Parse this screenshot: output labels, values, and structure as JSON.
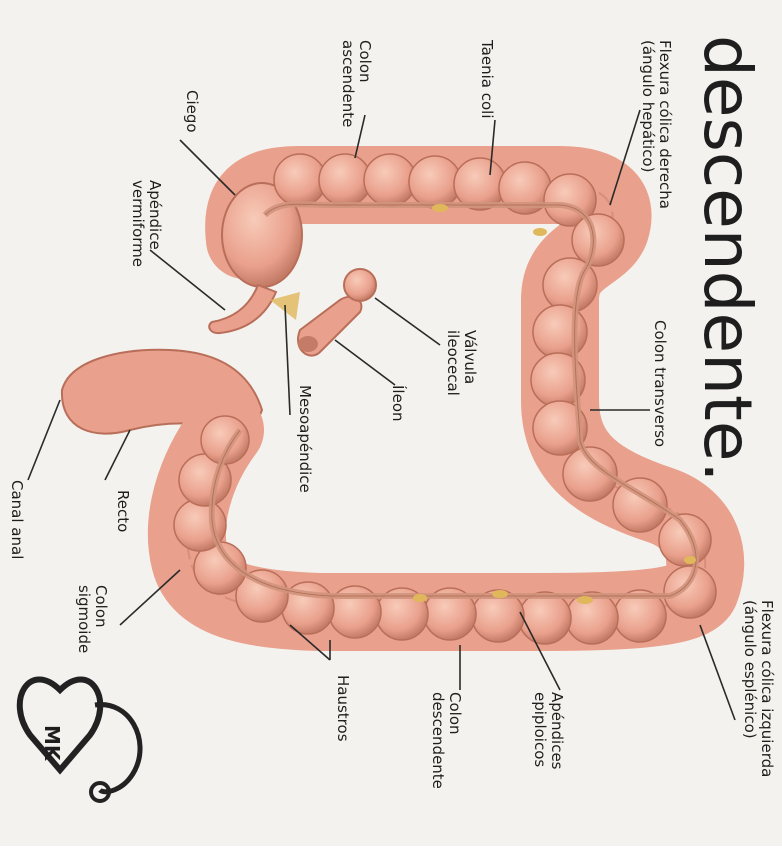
{
  "title": "descendente.",
  "colors": {
    "paper": "#f4f2ee",
    "colon": "#e9a08c",
    "colon_dark": "#b96e59",
    "colon_light": "#f3bcaa",
    "band": "#d0937c",
    "line": "#2a2a2a",
    "appendices": "#e0b75a"
  },
  "labels": {
    "flexura_derecha": "Flexura cólica derecha\n(ángulo hepático)",
    "taenia": "Taenia coli",
    "colon_ascendente": "Colon\nascendente",
    "ciego": "Ciego",
    "apendice": "Apéndice\nvermiforme",
    "valvula": "Válvula\nileocecal",
    "ileon": "Íleon",
    "mesoapendice": "Mesoapéndice",
    "colon_transverso": "Colon transverso",
    "recto": "Recto",
    "canal_anal": "Canal anal",
    "colon_sigmoide": "Colon\nsigmoide",
    "haustros": "Haustros",
    "colon_descendente": "Colon\ndescendente",
    "apendices_epiploicos": "Apéndices\nepiploicos",
    "flexura_izquierda": "Flexura cólica izquierda\n(ángulo esplénico)"
  },
  "logo": {
    "text": "MK",
    "icon": "stethoscope-heart-icon"
  }
}
